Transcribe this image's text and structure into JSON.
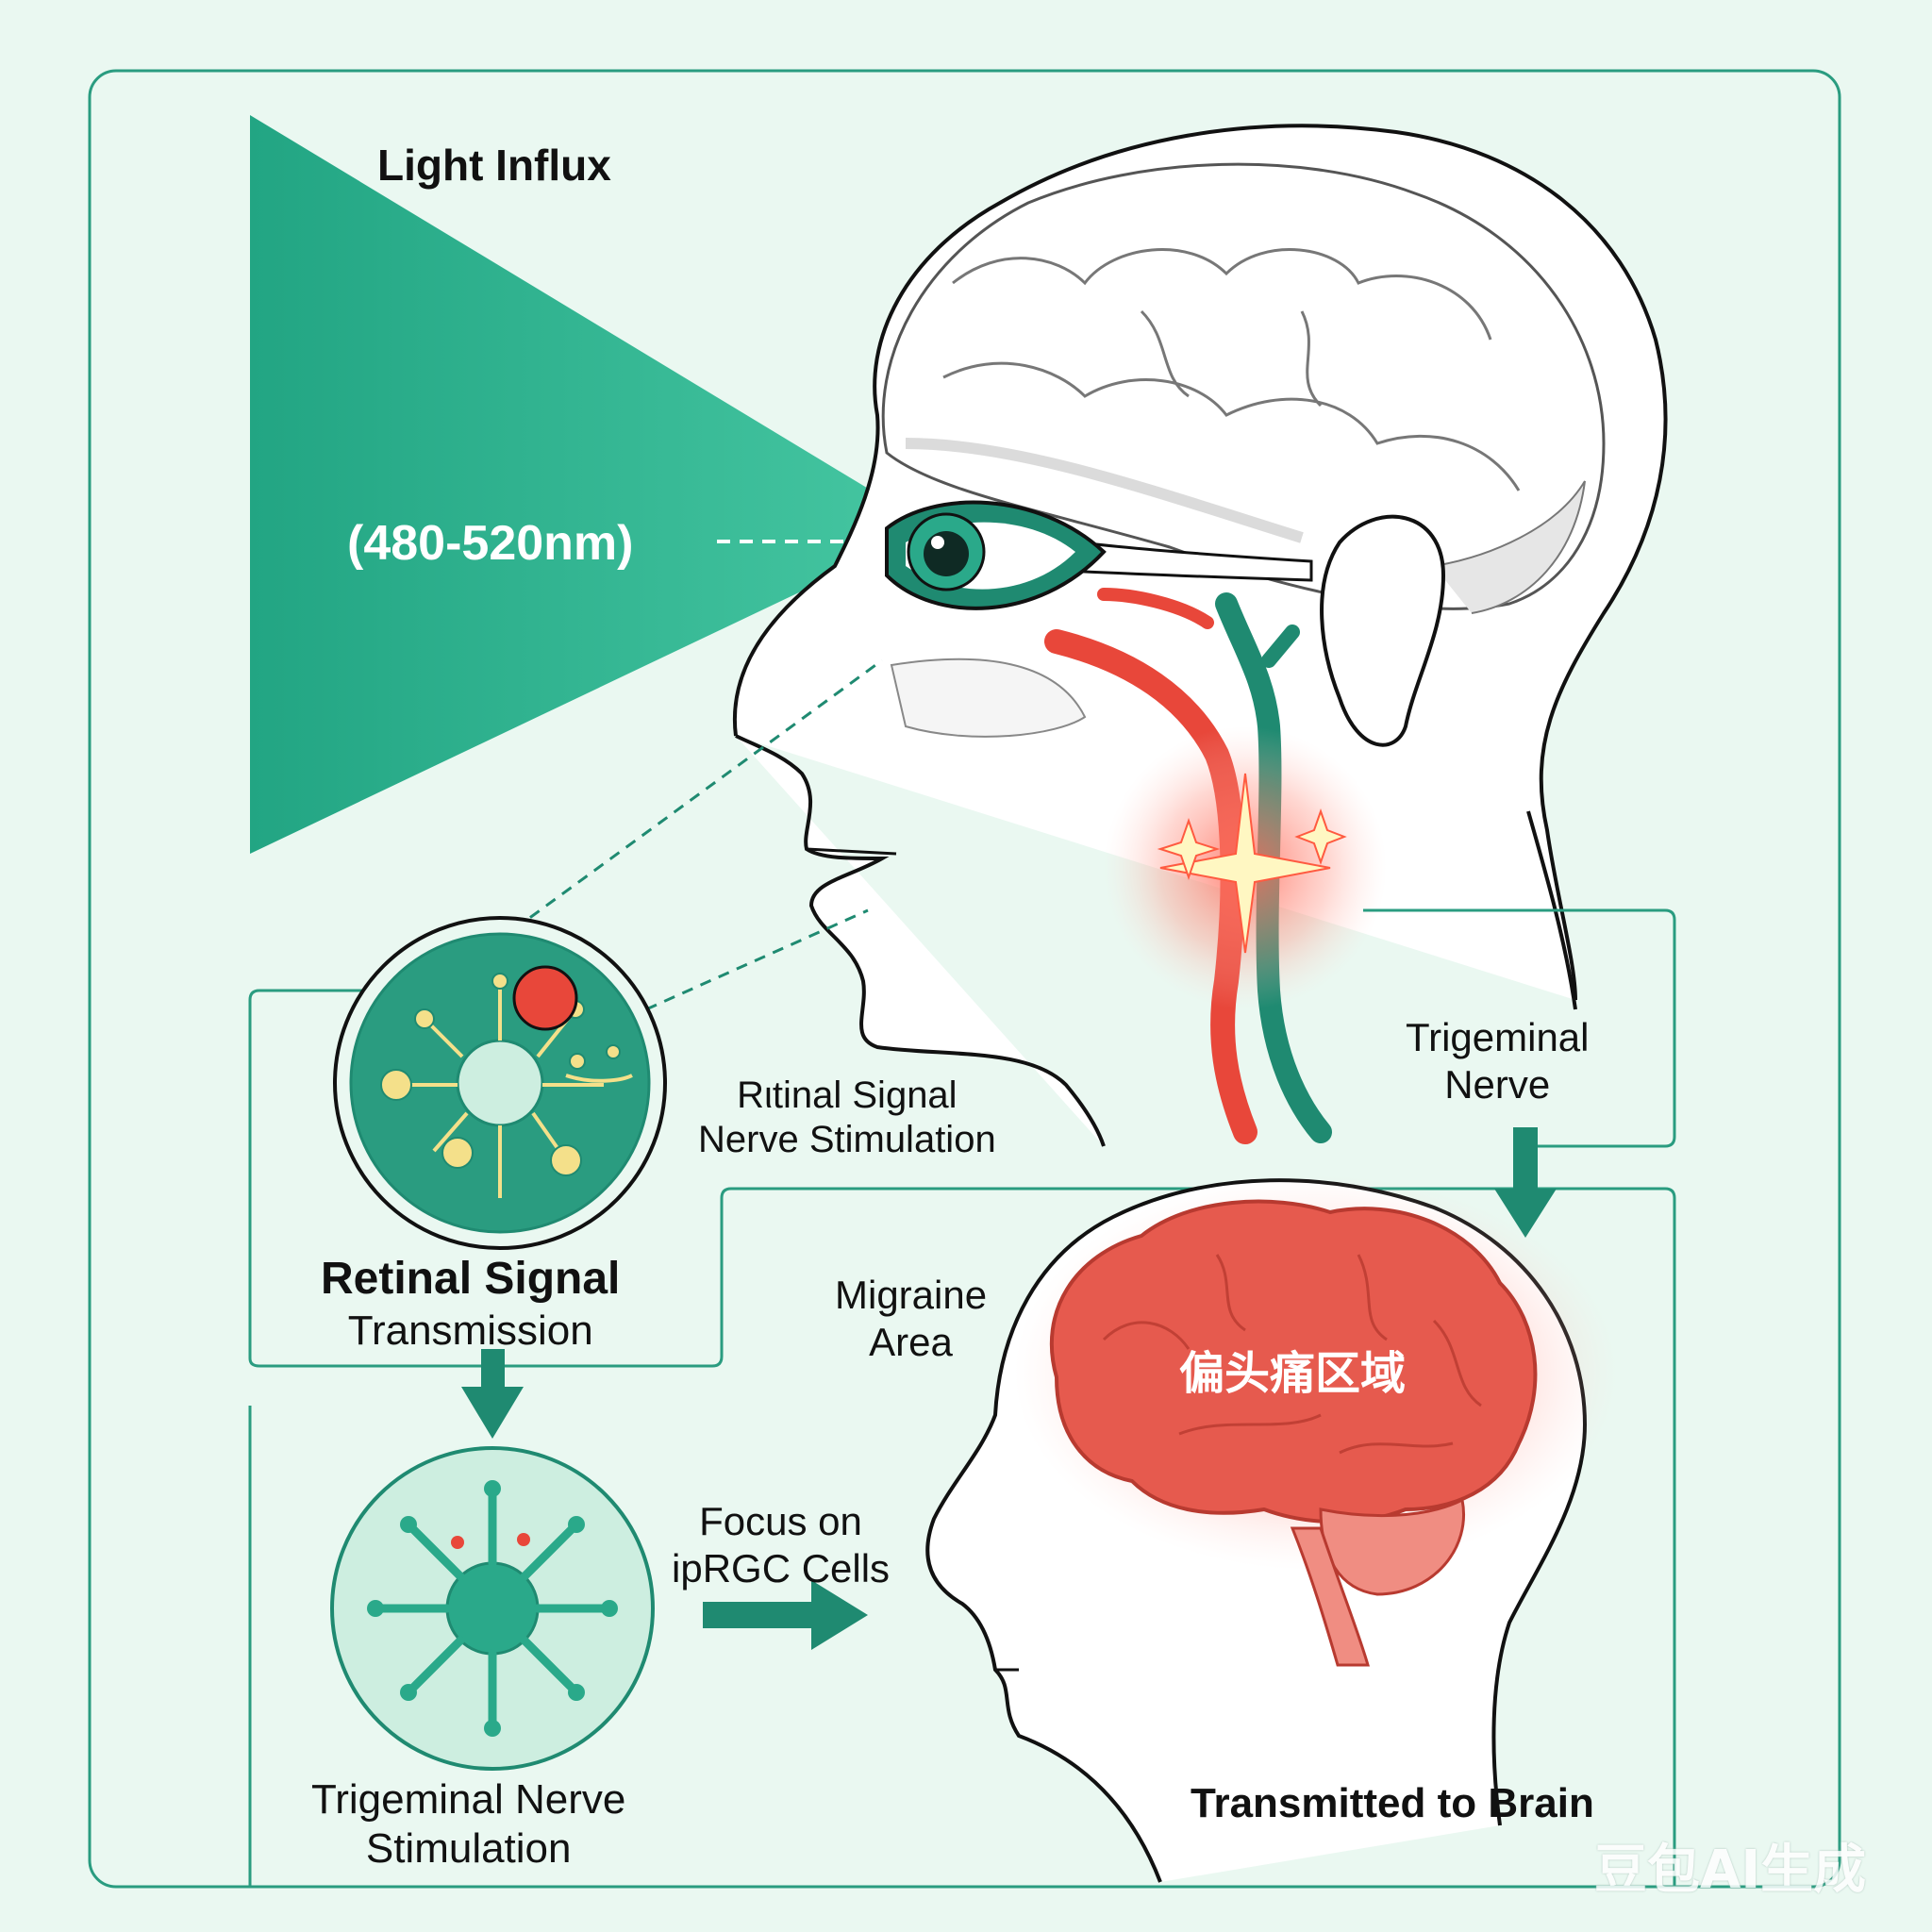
{
  "diagram": {
    "light_label": "Light Influx",
    "wavelength_label": "(480-520nm)",
    "retinal_cell_caption": [
      "Rιtinal Signal",
      "Nerve Stimulation"
    ],
    "trigeminal_nerve_label": [
      "Trigeminal",
      "Nerve"
    ],
    "retinal_transmission_label": [
      "Retinal Signal",
      "Transmission"
    ],
    "migraine_area_label": [
      "Migraine",
      "Area"
    ],
    "migraine_area_chinese": "偏头痛区域",
    "focus_label": [
      "Focus on",
      "ipRGC Cells"
    ],
    "trigeminal_stimulation_label": [
      "Trigeminal Nerve",
      "Stimulation"
    ],
    "transmitted_label": "Transmitted to Brain",
    "watermark": "豆包AI生成"
  },
  "colors": {
    "background": "#eaf8f1",
    "teal": "#2aa98a",
    "teal_dark": "#1f8a71",
    "red": "#e8473a",
    "brain_red": "#e65a4e",
    "cell_light": "#cdeee0",
    "yellow": "#f4e08a",
    "outline": "#111111"
  }
}
